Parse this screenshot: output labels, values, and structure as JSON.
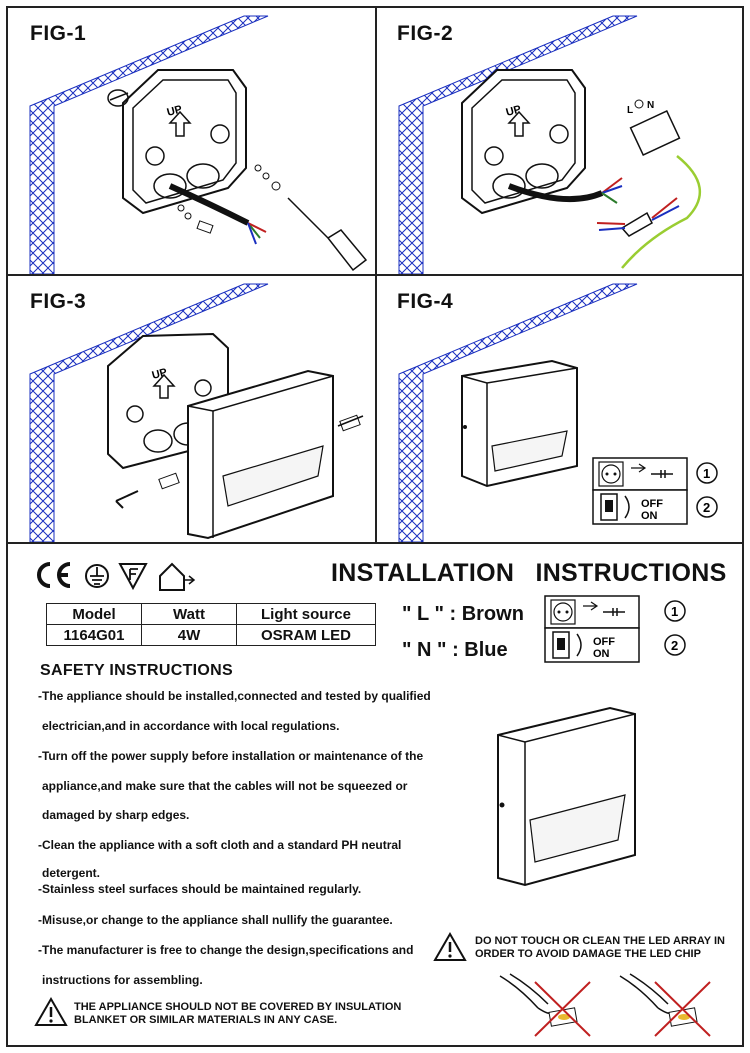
{
  "figures": {
    "fig1": "FIG-1",
    "fig2": "FIG-2",
    "fig3": "FIG-3",
    "fig4": "FIG-4"
  },
  "plate_label": "UP",
  "terminal_labels": {
    "l": "L",
    "n": "N"
  },
  "switch_panel": {
    "step1": "①",
    "step2": "②",
    "off": "OFF",
    "on": "ON"
  },
  "certification_marks": [
    "CE",
    "earth-ground-icon",
    "F-mark-icon",
    "indoor-use-icon"
  ],
  "title": "INSTALLATION INSTRUCTIONS",
  "spec_table": {
    "headers": [
      "Model",
      "Watt",
      "Light source"
    ],
    "row": [
      "1164G01",
      "4W",
      "OSRAM LED"
    ]
  },
  "wiring": {
    "l": "\" L \" : Brown",
    "n": "\" N \" : Blue"
  },
  "safety": {
    "heading": "SAFETY INSTRUCTIONS",
    "lines": [
      "-The appliance should be installed,connected and tested by qualified",
      "electrician,and in accordance with local regulations.",
      "-Turn off the power supply before installation or maintenance of the",
      "appliance,and make sure that the cables will not be squeezed or",
      "damaged by sharp edges.",
      "-Clean the appliance with a soft cloth and a standard PH neutral",
      "detergent.",
      "-Stainless steel surfaces should be maintained regularly.",
      "-Misuse,or change to the appliance shall nullify the guarantee.",
      "-The manufacturer is free to change the design,specifications and",
      "instructions for assembling."
    ]
  },
  "warnings": {
    "led": [
      "DO NOT TOUCH OR CLEAN THE LED ARRAY IN",
      "ORDER TO AVOID DAMAGE THE LED CHIP"
    ],
    "cover": [
      "THE APPLIANCE SHOULD NOT BE COVERED BY INSULATION",
      "BLANKET OR SIMILAR MATERIALS IN ANY CASE."
    ]
  }
}
